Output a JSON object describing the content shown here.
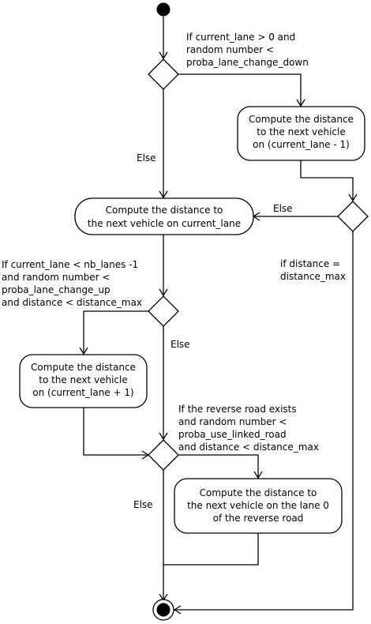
{
  "nodes": {
    "compute_lower": [
      "Compute the distance",
      "to the next vehicle",
      "on (current_lane - 1)"
    ],
    "compute_current": [
      "Compute the distance to",
      "the next vehicle on current_lane"
    ],
    "compute_upper": [
      "Compute the distance",
      "to the next vehicle",
      "on (current_lane + 1)"
    ],
    "compute_reverse": [
      "Compute the distance to",
      "the next vehicle on the lane 0",
      "of the reverse road"
    ]
  },
  "guards": {
    "lane_down": [
      "If current_lane > 0 and",
      "random number <",
      "proba_lane_change_down"
    ],
    "lane_down_else": "Else",
    "distance_max": [
      "if distance =",
      "distance_max"
    ],
    "distance_else": "Else",
    "lane_up": [
      "If current_lane < nb_lanes -1",
      "and random number <",
      "proba_lane_change_up",
      "and distance < distance_max"
    ],
    "lane_up_else": "Else",
    "reverse": [
      "If the reverse road exists",
      "and random number <",
      "proba_use_linked_road",
      "and distance < distance_max"
    ],
    "reverse_else": "Else"
  }
}
